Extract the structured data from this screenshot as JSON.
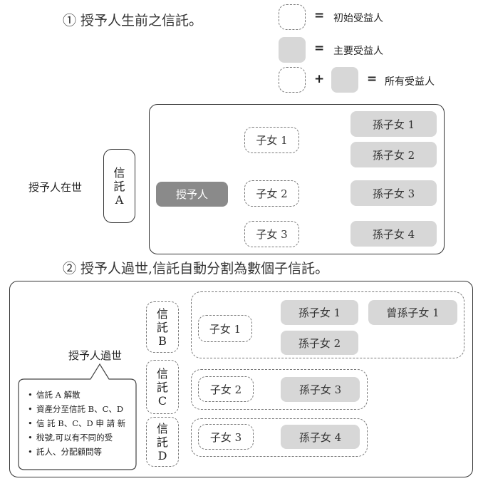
{
  "section1": {
    "title": "① 授予人生前之信託。"
  },
  "legend": {
    "equals": "=",
    "plus": "+",
    "initial": "初始受益人",
    "primary": "主要受益人",
    "all": "所有受益人"
  },
  "phase1": {
    "side_label": "授予人在世",
    "trust_a": [
      "信",
      "託",
      "A"
    ],
    "grantor": "授予人",
    "child1": "子女 1",
    "child2": "子女 2",
    "child3": "子女 3",
    "gc1": "孫子女 1",
    "gc2": "孫子女 2",
    "gc3": "孫子女 3",
    "gc4": "孫子女 4"
  },
  "section2": {
    "title": "② 授予人過世,信託自動分割為數個子信託。"
  },
  "phase2": {
    "side_label": "授予人過世",
    "trust_b": [
      "信",
      "託",
      "B"
    ],
    "trust_c": [
      "信",
      "託",
      "C"
    ],
    "trust_d": [
      "信",
      "託",
      "D"
    ],
    "child1": "子女 1",
    "child2": "子女 2",
    "child3": "子女 3",
    "gc1": "孫子女 1",
    "gc2": "孫子女 2",
    "gc3": "孫子女 3",
    "gc4": "孫子女 4",
    "ggc1": "曾孫子女 1",
    "notes": [
      "信託 A 解散",
      "資產分至信託 B、C、D",
      "信 託 B、C、D 申 請 新",
      "稅號,可以有不同的受",
      "託人、分配顧問等"
    ]
  }
}
